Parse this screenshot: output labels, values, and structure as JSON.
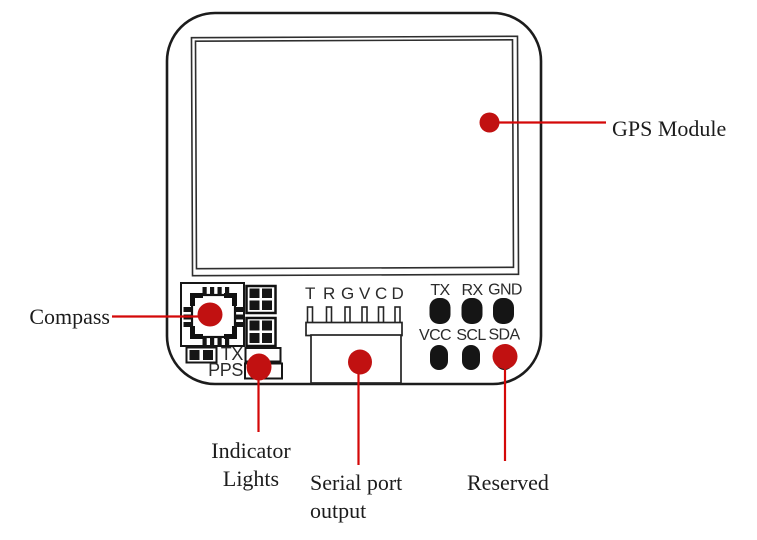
{
  "diagram": {
    "labels": {
      "gps_module": "GPS Module",
      "compass": "Compass",
      "indicator_line1": "Indicator",
      "indicator_line2": "Lights",
      "serial_line1": "Serial port",
      "serial_line2": "output",
      "reserved": "Reserved"
    },
    "board": {
      "led_labels": {
        "tx": "TX",
        "pps": "PPS"
      },
      "serial_pin_labels": [
        "T",
        "R",
        "G",
        "V",
        "C",
        "D"
      ],
      "pad_labels_row1": [
        "TX",
        "RX",
        "GND"
      ],
      "pad_labels_row2": [
        "VCC",
        "SCL",
        "SDA"
      ]
    },
    "colors": {
      "ink": "#1c1c1c",
      "line_red": "#d40808",
      "dot_red": "#c11111"
    }
  }
}
